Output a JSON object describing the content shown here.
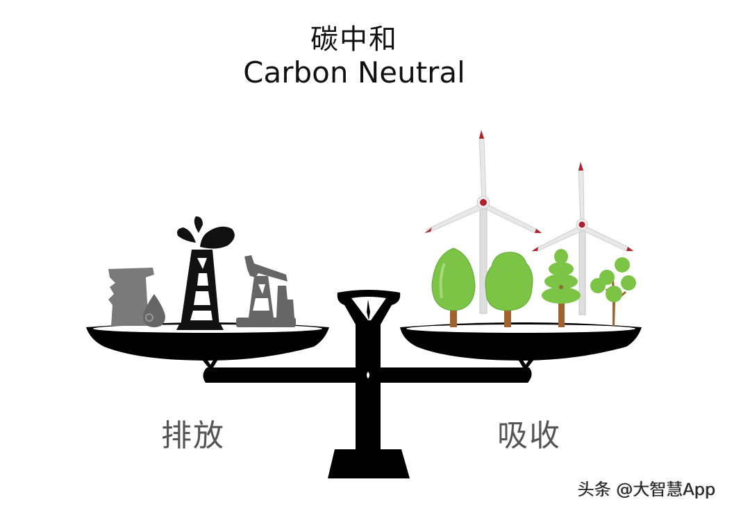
{
  "title": {
    "chinese": "碳中和",
    "english": "Carbon Neutral"
  },
  "scale": {
    "left_pan": {
      "label": "排放",
      "items": [
        "oil-barrel-icon",
        "oil-drop-icon",
        "oil-derrick-icon",
        "pumpjack-icon"
      ]
    },
    "right_pan": {
      "label": "吸收",
      "items": [
        "wind-turbine-icon",
        "wind-turbine-icon",
        "round-tree-icon",
        "bushy-tree-icon",
        "pine-tree-icon",
        "branch-tree-icon"
      ]
    }
  },
  "colors": {
    "scale": "#000000",
    "emission_dark": "#111111",
    "emission_gray": "#6b6b6b",
    "tree_green": "#7cc446",
    "tree_trunk": "#a0622e",
    "turbine_white": "#e6e6e6",
    "turbine_red": "#b0202a",
    "label_gray": "#555555"
  },
  "watermark": "头条 @大智慧App"
}
